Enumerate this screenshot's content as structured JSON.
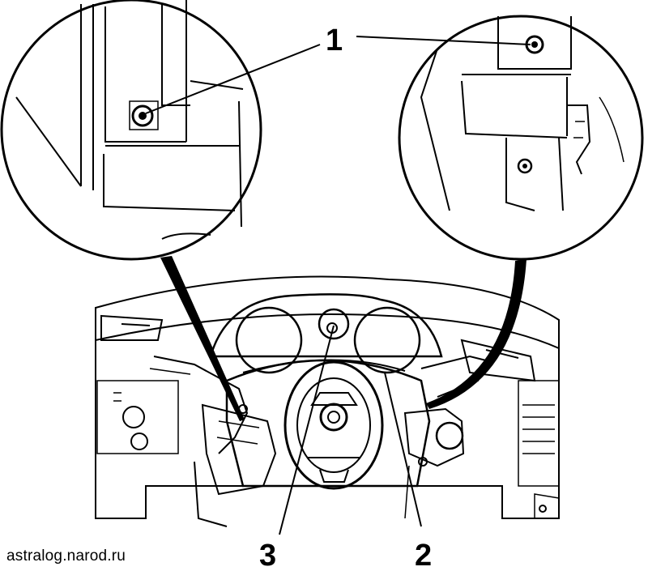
{
  "callouts": [
    {
      "id": "1",
      "label": "1"
    },
    {
      "id": "2",
      "label": "2"
    },
    {
      "id": "3",
      "label": "3"
    }
  ],
  "watermark": "astralog.narod.ru"
}
